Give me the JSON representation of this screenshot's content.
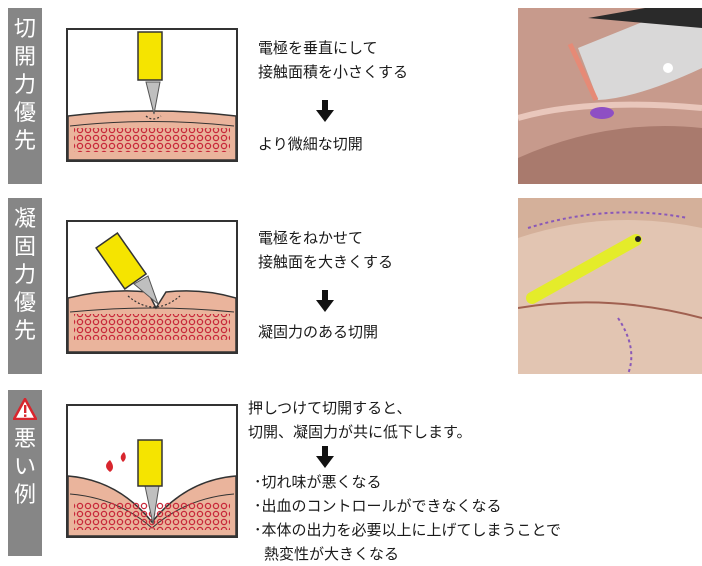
{
  "rows": [
    {
      "label": [
        "切",
        "開",
        "力",
        "優",
        "先"
      ],
      "line1": "電極を垂直にして",
      "line2": "接触面積を小さくする",
      "result": "より微細な切開"
    },
    {
      "label": [
        "凝",
        "固",
        "力",
        "優",
        "先"
      ],
      "line1": "電極をねかせて",
      "line2": "接触面を大きくする",
      "result": "凝固力のある切開"
    },
    {
      "label": [
        "悪",
        "い",
        "例"
      ],
      "warning_icon": "warning-triangle-icon",
      "line1": "押しつけて切開すると、",
      "line2": "切開、凝固力が共に低下します。",
      "results": [
        "･切れ味が悪くなる",
        "･出血のコントロールができなくなる",
        "･本体の出力を必要以上に上げてしまうことで",
        "熱変性が大きくなる"
      ]
    }
  ],
  "colors": {
    "label_bg": "#868686",
    "skin": "#e8b49a",
    "electrode": "#f5e400",
    "cells": "#d2303c",
    "warning": "#d8262e"
  }
}
